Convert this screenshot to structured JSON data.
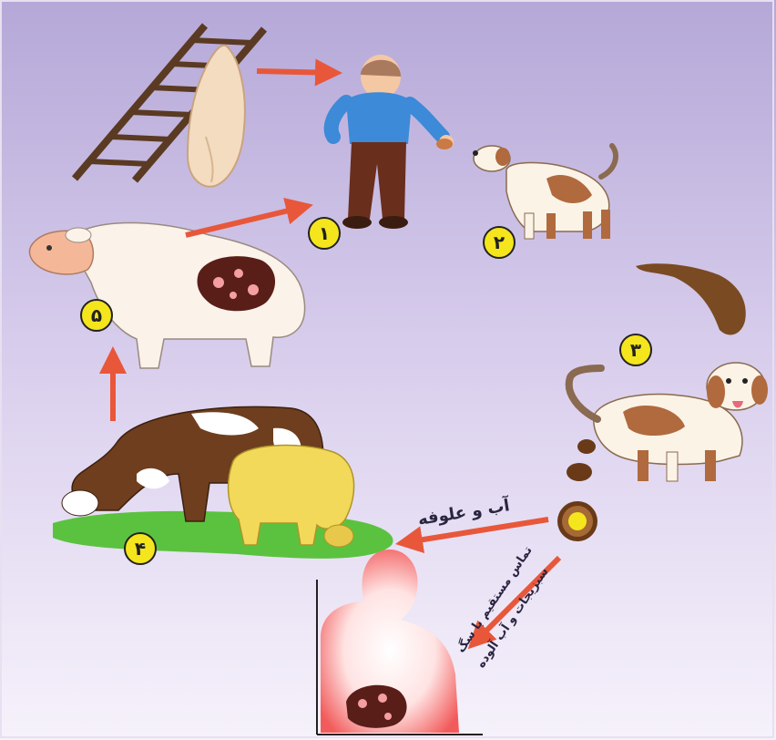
{
  "steps": [
    {
      "id": "step-1",
      "number": "۱"
    },
    {
      "id": "step-2",
      "number": "۲"
    },
    {
      "id": "step-3",
      "number": "۳"
    },
    {
      "id": "step-4",
      "number": "۴"
    },
    {
      "id": "step-5",
      "number": "۵"
    }
  ],
  "labels": {
    "water_feed": "آب و علوفه",
    "direct_contact": "تماس مستقیم با سگ",
    "vegetables_water": "سبزیجات و آب آلوده"
  },
  "colors": {
    "background_top": "#b9acd9",
    "background_bottom": "#f4effa",
    "arrow": "#e8573a",
    "badge": "#f5e51c",
    "grass": "#5bc23f",
    "dog_patch": "#a0603a",
    "cow_brown": "#6e3e1f",
    "human_glow": "#f56a6a"
  },
  "icons": [
    "ladder-icon",
    "carcass-icon",
    "man-icon",
    "dog-icon",
    "feces-icon",
    "egg-icon",
    "cow-icon",
    "sheep-icon",
    "human-icon",
    "cyst-icon"
  ]
}
